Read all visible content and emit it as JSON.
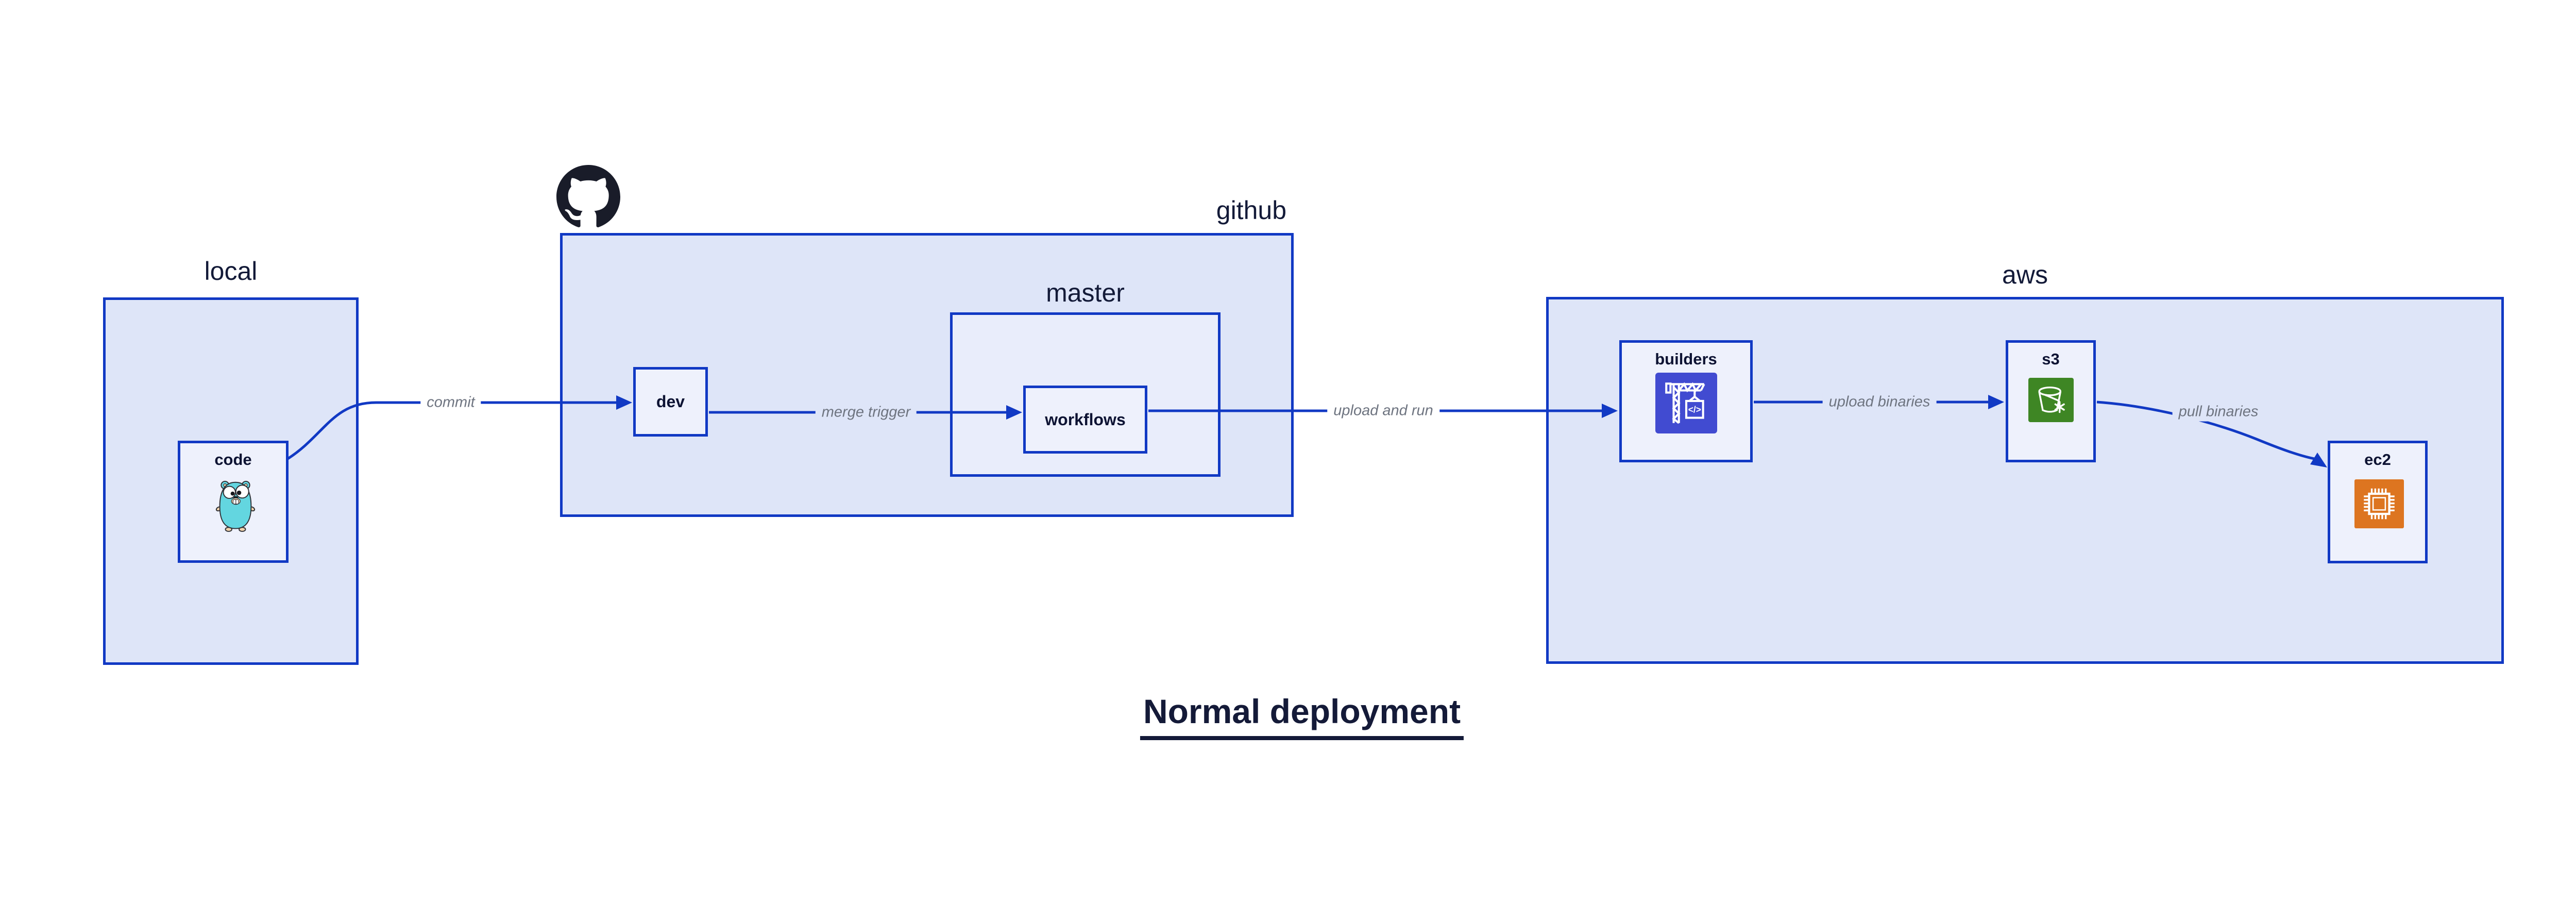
{
  "diagram": {
    "title": "Normal deployment",
    "groups": {
      "local": {
        "label": "local"
      },
      "github": {
        "label": "github"
      },
      "master": {
        "label": "master"
      },
      "aws": {
        "label": "aws"
      }
    },
    "nodes": {
      "code": {
        "label": "code"
      },
      "dev": {
        "label": "dev"
      },
      "workflows": {
        "label": "workflows"
      },
      "builders": {
        "label": "builders"
      },
      "s3": {
        "label": "s3"
      },
      "ec2": {
        "label": "ec2"
      }
    },
    "edges": {
      "commit": {
        "label": "commit"
      },
      "merge_trigger": {
        "label": "merge trigger"
      },
      "upload_and_run": {
        "label": "upload and run"
      },
      "upload_binaries": {
        "label": "upload binaries"
      },
      "pull_binaries": {
        "label": "pull binaries"
      }
    },
    "icons": {
      "github_mark": "github-octocat-logo",
      "gopher": "go-gopher-mascot",
      "codebuild": "crane-with-code-box",
      "codebuild_glyph": "</>",
      "s3_glacier": "bucket-with-snowflake",
      "ec2_chip": "cpu-chip"
    },
    "colors": {
      "border_blue": "#1139c4",
      "container_fill": "#dee5f8",
      "node_fill": "#eef1fc",
      "edge_label_gray": "#6e7480",
      "text_navy": "#111736",
      "builders_icon_bg": "#414bd1",
      "s3_icon_bg": "#3e8624",
      "ec2_icon_bg": "#dd7520",
      "gopher_teal": "#63d6e0",
      "github_mark_black": "#191c29"
    }
  }
}
